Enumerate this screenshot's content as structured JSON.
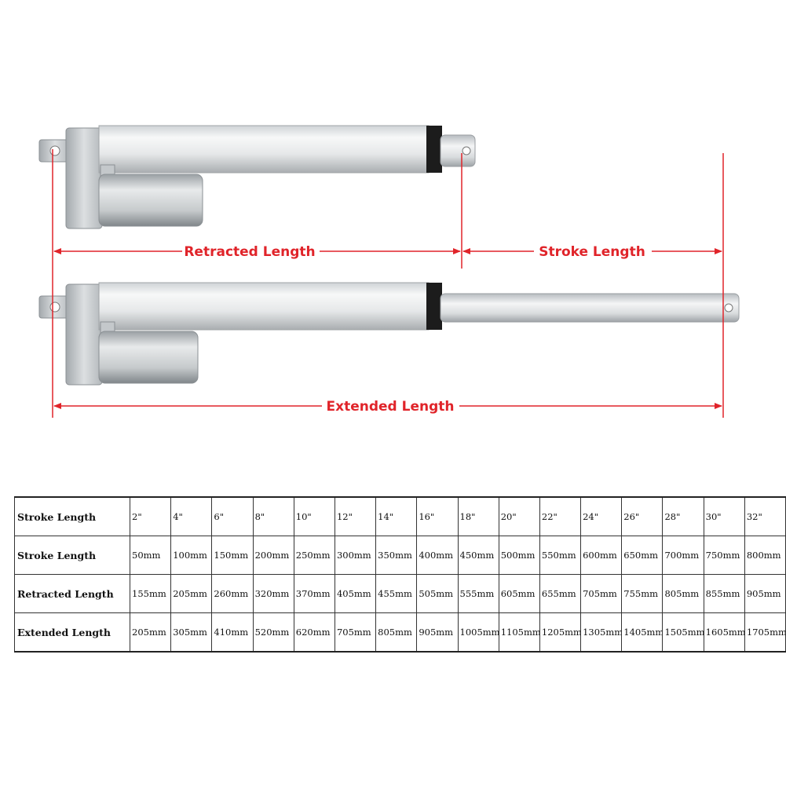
{
  "diagram": {
    "retracted_label": "Retracted Length",
    "stroke_label": "Stroke Length",
    "extended_label": "Extended Length",
    "accent_color": "#e0242a"
  },
  "table": {
    "rows": [
      {
        "label": "Stroke Length",
        "cells": [
          "2\"",
          "4\"",
          "6\"",
          "8\"",
          "10\"",
          "12\"",
          "14\"",
          "16\"",
          "18\"",
          "20\"",
          "22\"",
          "24\"",
          "26\"",
          "28\"",
          "30\"",
          "32\""
        ]
      },
      {
        "label": "Stroke Length",
        "cells": [
          "50mm",
          "100mm",
          "150mm",
          "200mm",
          "250mm",
          "300mm",
          "350mm",
          "400mm",
          "450mm",
          "500mm",
          "550mm",
          "600mm",
          "650mm",
          "700mm",
          "750mm",
          "800mm"
        ]
      },
      {
        "label": "Retracted Length",
        "cells": [
          "155mm",
          "205mm",
          "260mm",
          "320mm",
          "370mm",
          "405mm",
          "455mm",
          "505mm",
          "555mm",
          "605mm",
          "655mm",
          "705mm",
          "755mm",
          "805mm",
          "855mm",
          "905mm"
        ]
      },
      {
        "label": "Extended Length",
        "cells": [
          "205mm",
          "305mm",
          "410mm",
          "520mm",
          "620mm",
          "705mm",
          "805mm",
          "905mm",
          "1005mm",
          "1105mm",
          "1205mm",
          "1305mm",
          "1405mm",
          "1505mm",
          "1605mm",
          "1705mm"
        ]
      }
    ]
  }
}
